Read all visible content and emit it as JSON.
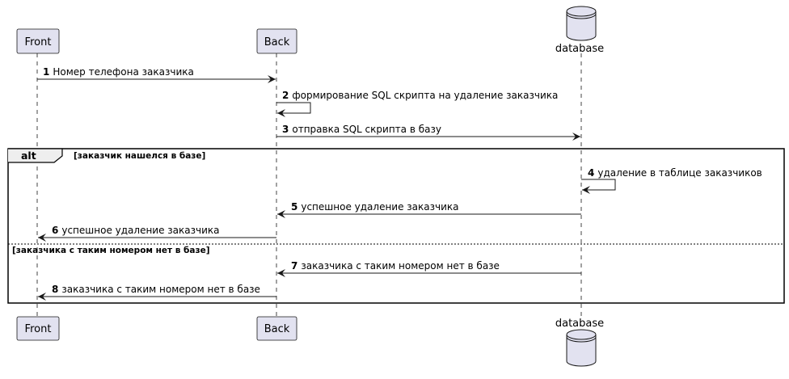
{
  "participants": {
    "front": {
      "label": "Front"
    },
    "back": {
      "label": "Back"
    },
    "database": {
      "label": "database"
    }
  },
  "messages": [
    {
      "num": "1",
      "text": "Номер телефона заказчика"
    },
    {
      "num": "2",
      "text": "формирование SQL скрипта на удаление заказчика"
    },
    {
      "num": "3",
      "text": "отправка SQL скрипта в базу"
    },
    {
      "num": "4",
      "text": "удаление в таблице заказчиков"
    },
    {
      "num": "5",
      "text": "успешное удаление заказчика"
    },
    {
      "num": "6",
      "text": "успешное удаление заказчика"
    },
    {
      "num": "7",
      "text": "заказчика с таким номером нет в базе"
    },
    {
      "num": "8",
      "text": "заказчика с таким номером нет в базе"
    }
  ],
  "alt_frame": {
    "label": "alt",
    "guard_1": "[заказчик нашелся в базе]",
    "guard_2": "[заказчика с таким номером нет в базе]"
  },
  "colors": {
    "participant_fill": "#e2e2f0",
    "participant_border": "#181818",
    "line": "#181818"
  }
}
